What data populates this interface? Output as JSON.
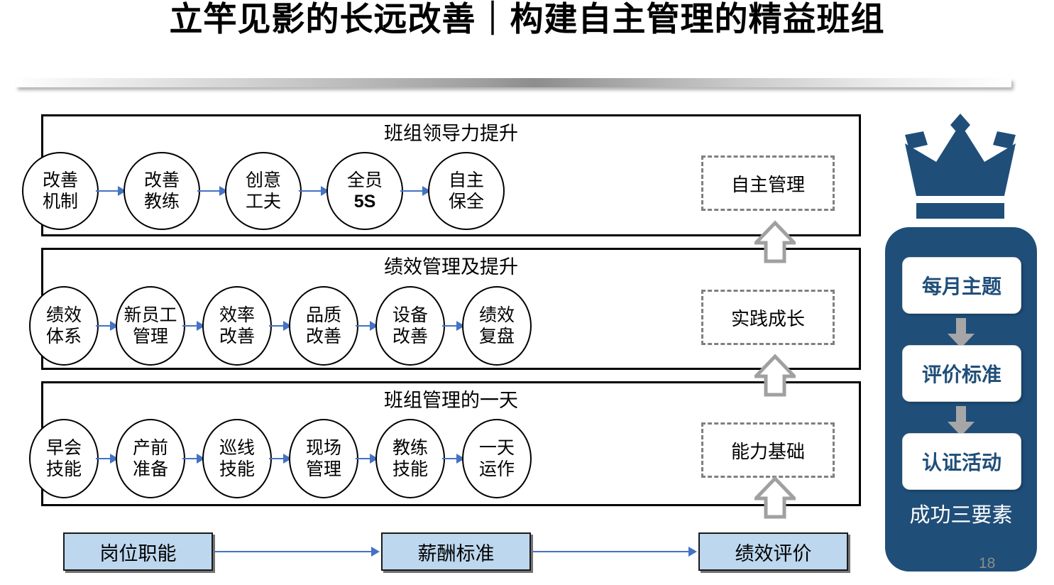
{
  "slide": {
    "title": "立竿见影的长远改善｜构建自主管理的精益班组",
    "page_number": "18"
  },
  "colors": {
    "node_stroke": "#000000",
    "arrow_blue": "#4472C4",
    "dashed_gray": "#808080",
    "light_blue_fill": "#BDD7EE",
    "panel_navy": "#1F4E79",
    "gray_arrow": "#A6A6A6"
  },
  "rows": [
    {
      "header": "班组领导力提升",
      "nodes": [
        {
          "l1": "改善",
          "l2": "机制"
        },
        {
          "l1": "改善",
          "l2": "教练"
        },
        {
          "l1": "创意",
          "l2": "工夫"
        },
        {
          "l1": "全员",
          "l2": "5S"
        },
        {
          "l1": "自主",
          "l2": "保全"
        }
      ],
      "result": "自主管理"
    },
    {
      "header": "绩效管理及提升",
      "nodes": [
        {
          "l1": "绩效",
          "l2": "体系"
        },
        {
          "l1": "新员工",
          "l2": "管理"
        },
        {
          "l1": "效率",
          "l2": "改善"
        },
        {
          "l1": "品质",
          "l2": "改善"
        },
        {
          "l1": "设备",
          "l2": "改善"
        },
        {
          "l1": "绩效",
          "l2": "复盘"
        }
      ],
      "result": "实践成长"
    },
    {
      "header": "班组管理的一天",
      "nodes": [
        {
          "l1": "早会",
          "l2": "技能"
        },
        {
          "l1": "产前",
          "l2": "准备"
        },
        {
          "l1": "巡线",
          "l2": "技能"
        },
        {
          "l1": "现场",
          "l2": "管理"
        },
        {
          "l1": "教练",
          "l2": "技能"
        },
        {
          "l1": "一天",
          "l2": "运作"
        }
      ],
      "result": "能力基础"
    }
  ],
  "foundation": {
    "boxes": [
      "岗位职能",
      "薪酬标准",
      "绩效评价"
    ]
  },
  "side_panel": {
    "cards": [
      "每月主题",
      "评价标准",
      "认证活动"
    ],
    "footer": "成功三要素"
  }
}
